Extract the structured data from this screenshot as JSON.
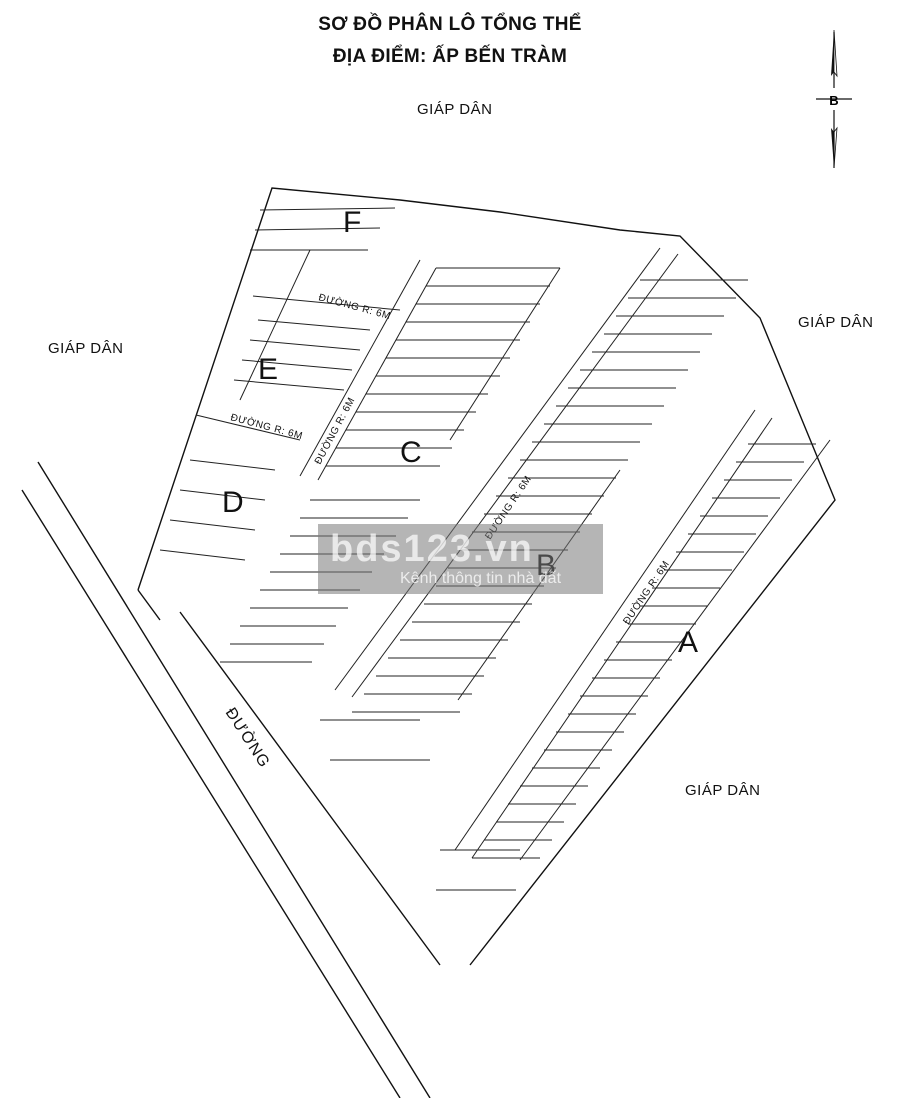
{
  "title": {
    "line1": "SƠ ĐỒ PHÂN LÔ TỔNG THỂ",
    "line2": "ĐỊA ĐIỂM: ẤP BẾN TRÀM"
  },
  "compass": {
    "label": "B"
  },
  "neighbors": {
    "top": "GIÁP DÂN",
    "left": "GIÁP DÂN",
    "right": "GIÁP DÂN",
    "bottom_right": "GIÁP DÂN"
  },
  "blocks": {
    "a": "A",
    "b": "B",
    "c": "C",
    "d": "D",
    "e": "E",
    "f": "F"
  },
  "roads": {
    "internal": "ĐƯỜNG R: 6M",
    "main": "ĐƯỜNG"
  },
  "watermark": {
    "brand": "bds123.vn",
    "tagline": "Kênh thông tin nhà đất"
  }
}
